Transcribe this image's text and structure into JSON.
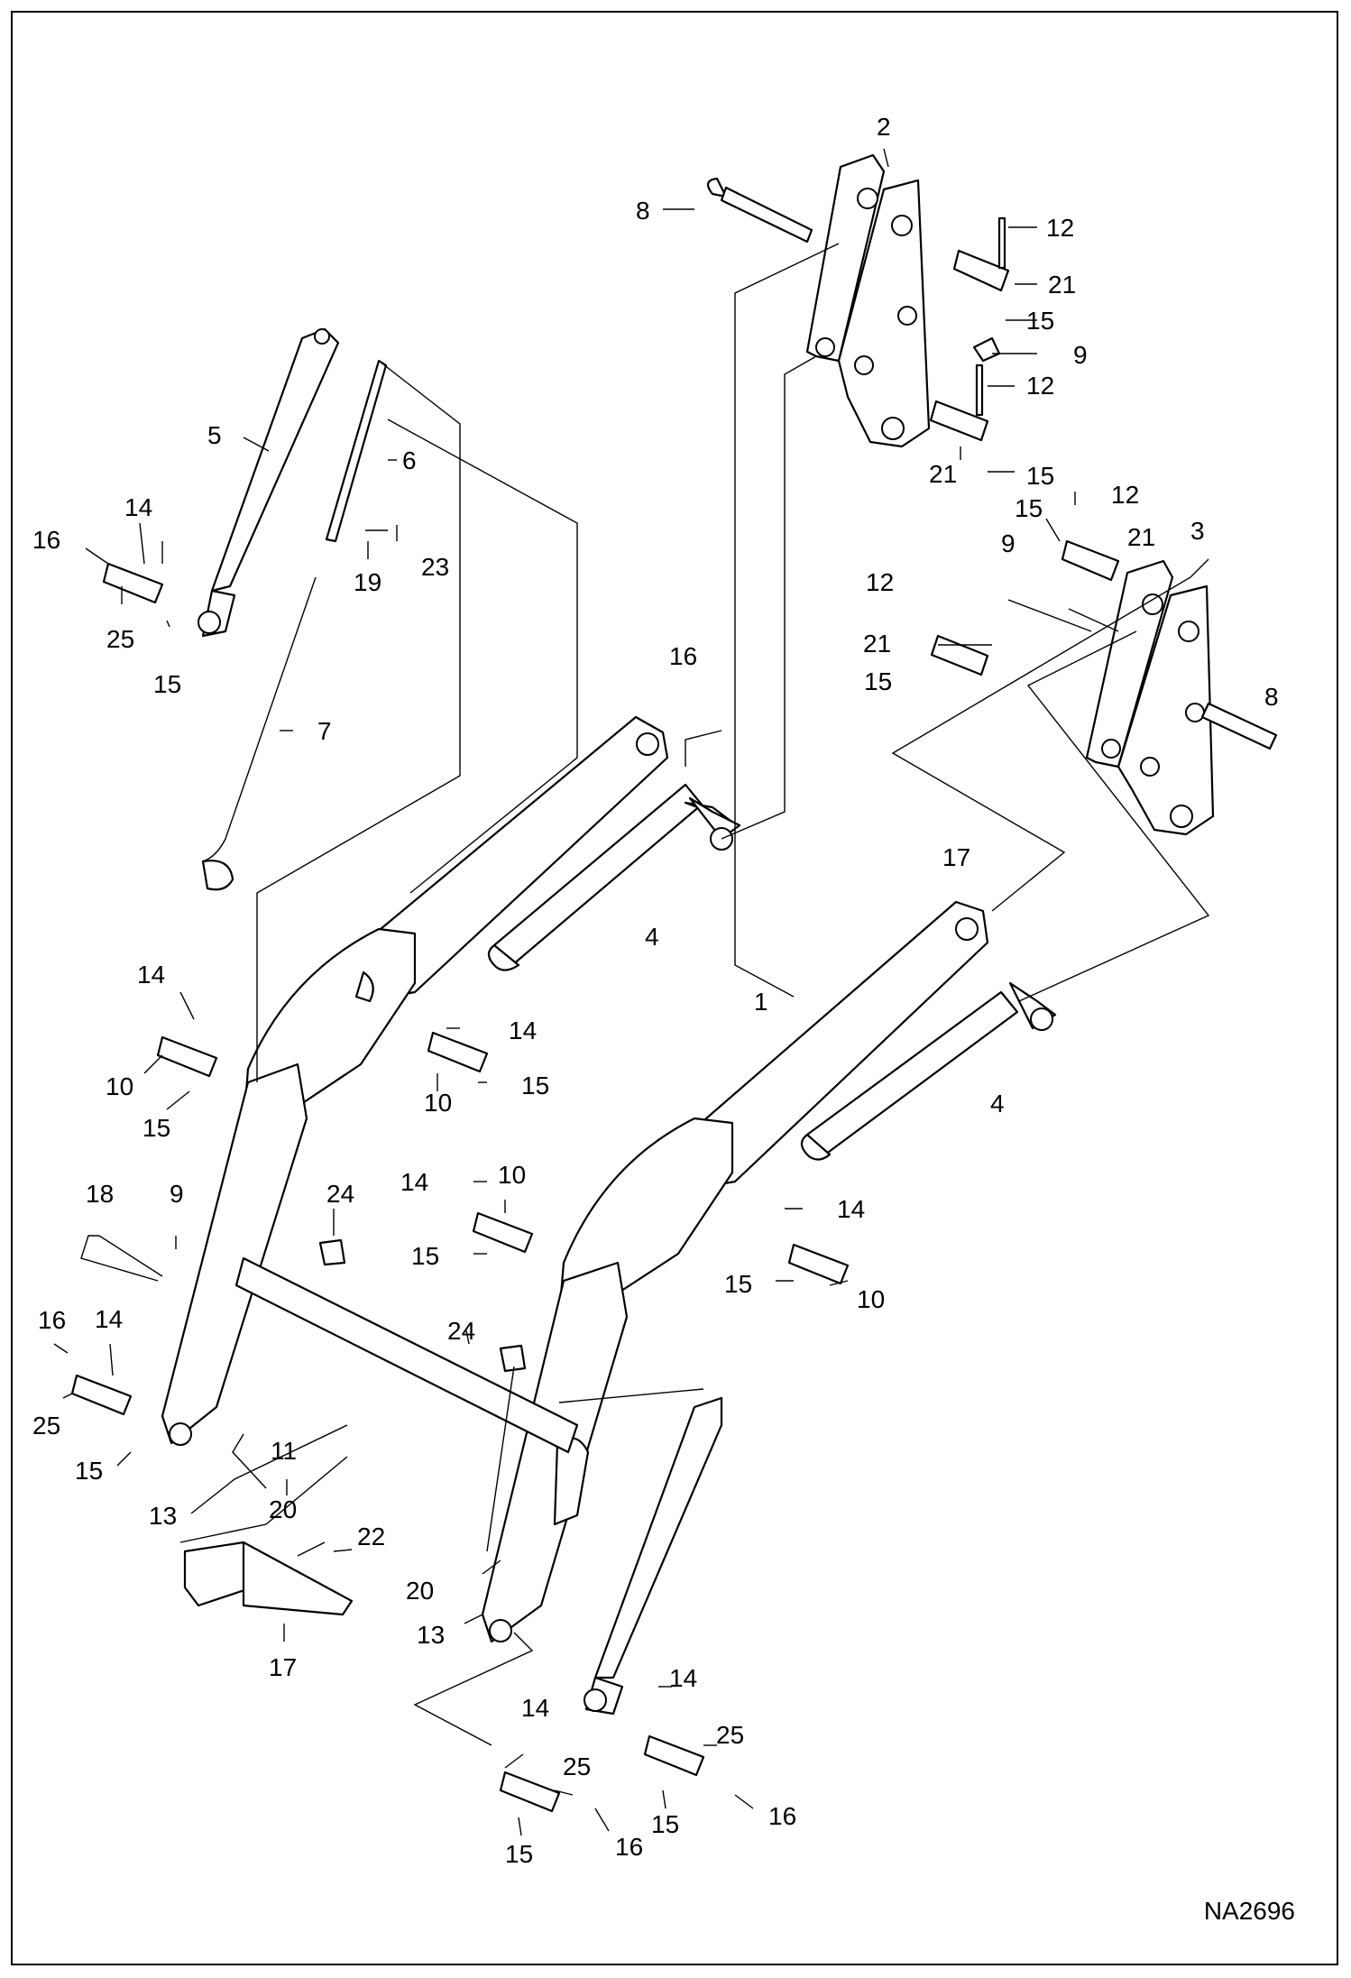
{
  "drawing_id": "NA2696",
  "callouts": [
    "1",
    "2",
    "3",
    "4",
    "5",
    "6",
    "7",
    "8",
    "9",
    "10",
    "11",
    "12",
    "13",
    "14",
    "15",
    "16",
    "17",
    "18",
    "19",
    "20",
    "21",
    "22",
    "23",
    "24",
    "25"
  ]
}
